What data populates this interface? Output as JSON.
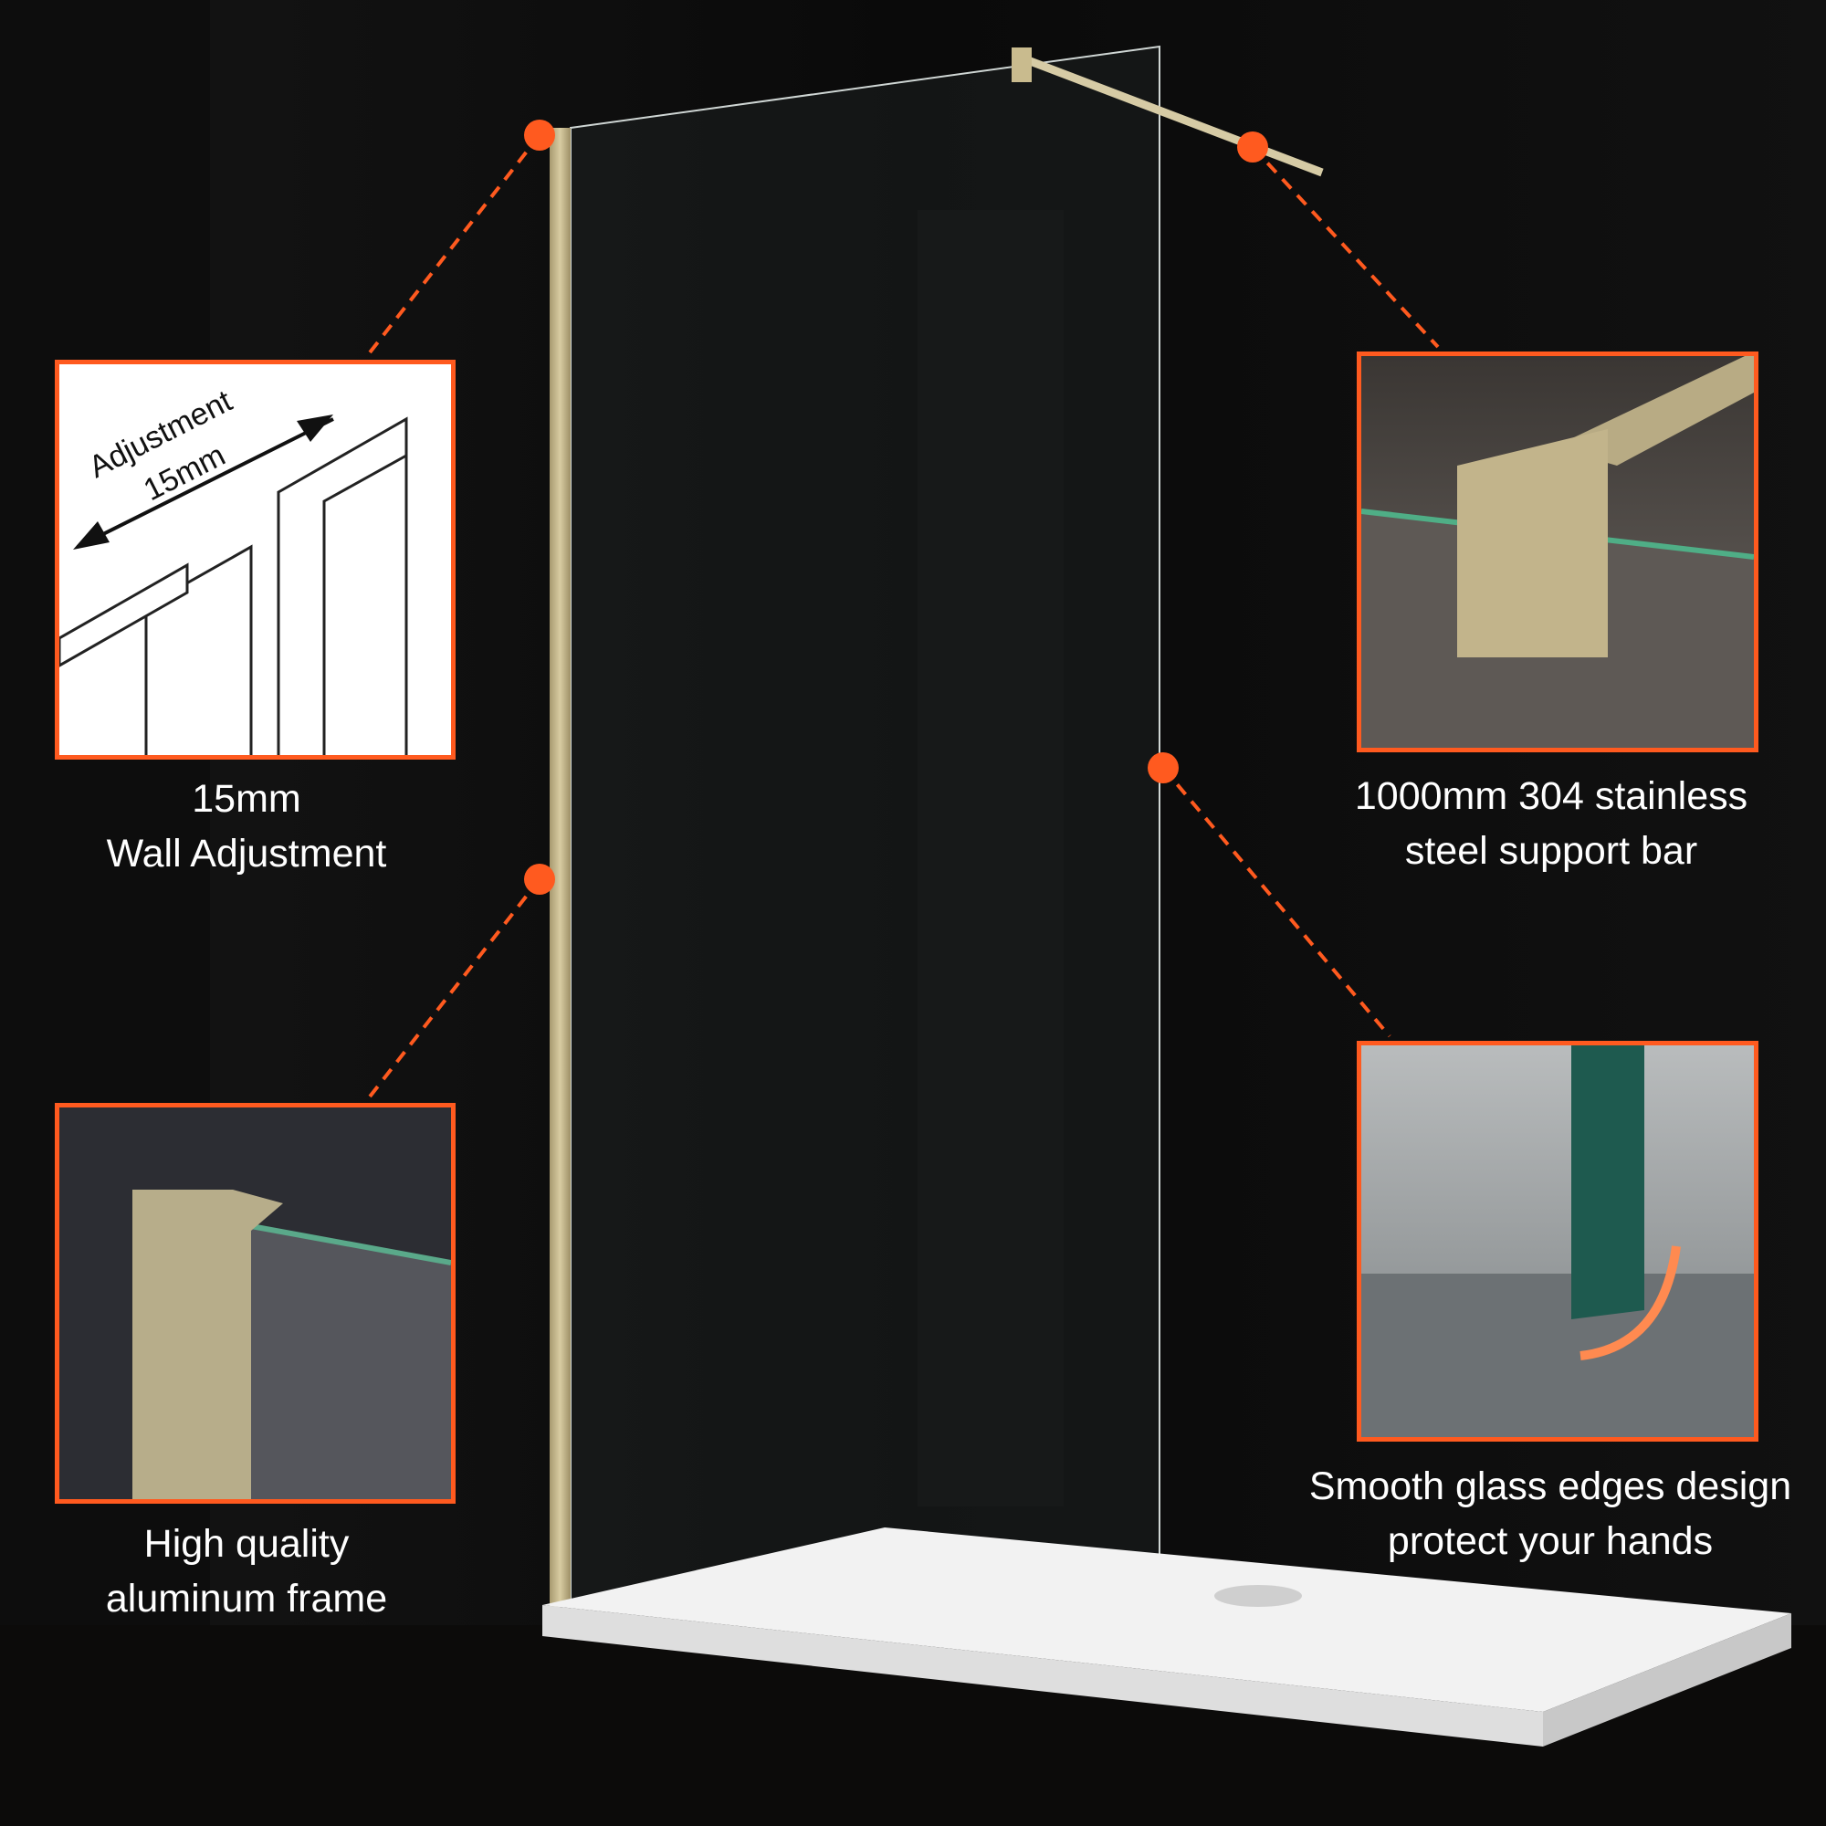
{
  "colors": {
    "accent": "#ff5a1f",
    "frame": "#c9bb8e",
    "background": "#080808"
  },
  "callouts": [
    {
      "id": "wall-adjustment",
      "diagram_labels": [
        "Adjustment",
        "15mm"
      ],
      "caption": [
        "15mm",
        "Wall Adjustment"
      ]
    },
    {
      "id": "support-bar",
      "caption": [
        "1000mm 304 stainless",
        "steel support bar"
      ]
    },
    {
      "id": "aluminum-frame",
      "caption": [
        "High quality",
        "aluminum frame"
      ]
    },
    {
      "id": "glass-edges",
      "caption": [
        "Smooth glass edges design",
        "protect your hands"
      ]
    }
  ]
}
